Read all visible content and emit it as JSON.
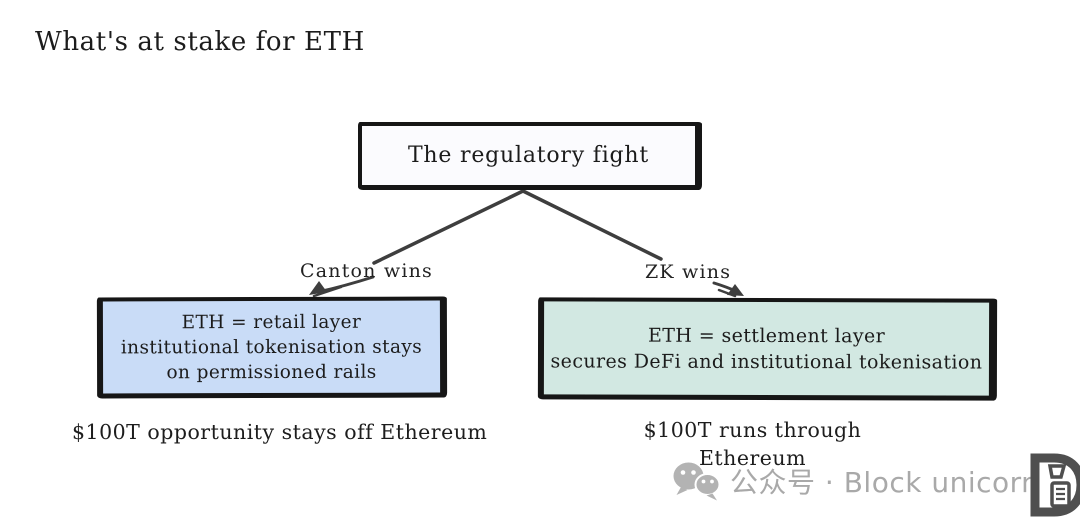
{
  "title": "What's at stake for ETH",
  "diagram": {
    "root": {
      "label": "The regulatory fight",
      "fill": "#fbfbfe"
    },
    "left": {
      "branch_label": "Canton wins",
      "lines": [
        "ETH = retail layer",
        "institutional tokenisation stays",
        "on permissioned rails"
      ],
      "caption": "$100T opportunity stays off Ethereum",
      "fill": "#c9dcf7"
    },
    "right": {
      "branch_label": "ZK wins",
      "lines": [
        "ETH = settlement layer",
        "secures DeFi and institutional tokenisation"
      ],
      "caption_line1": "$100T runs through",
      "caption_line2": "Ethereum",
      "fill": "#d2e8e2"
    }
  },
  "watermark": {
    "text": "公众号 · Block unicorn",
    "text_color": "#a9a9a9",
    "icon_color": "#b3b3b3",
    "logo_color": "#4f4f4f"
  },
  "colors": {
    "ink": "#1b1b1b",
    "border": "#161616",
    "arrow": "#3e3e3e",
    "background": "#ffffff"
  }
}
